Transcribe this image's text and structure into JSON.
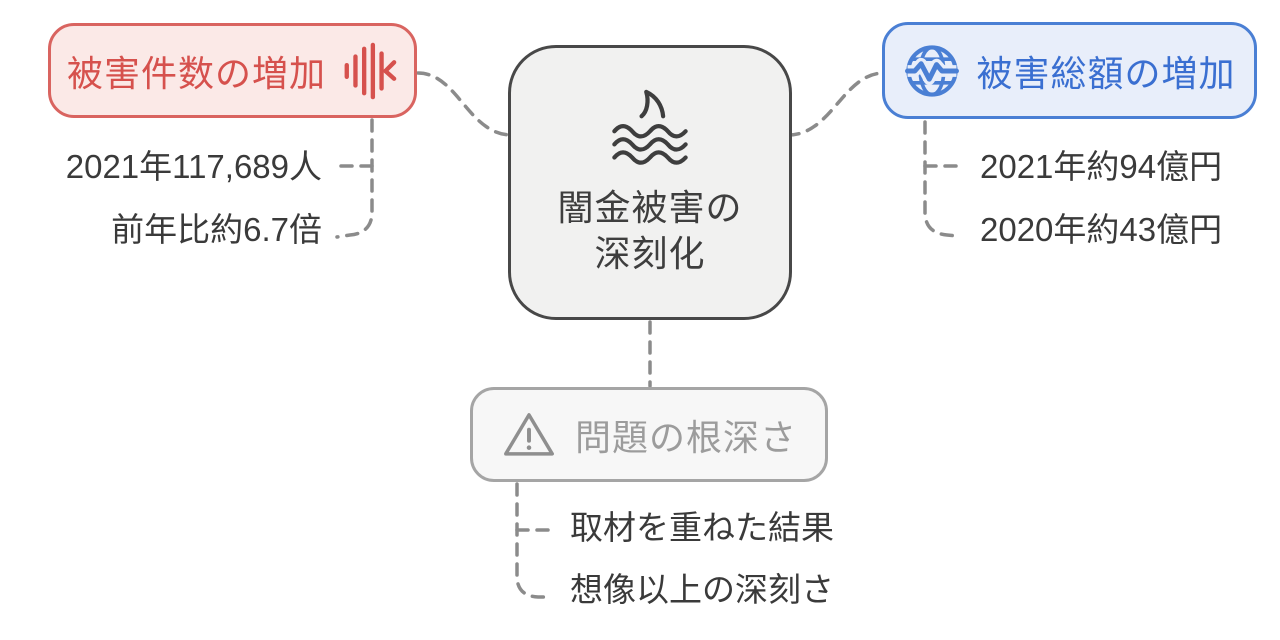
{
  "diagram": {
    "center": {
      "title_line1": "闇金被害の",
      "title_line2": "深刻化",
      "icon": "shark-fin-waves-icon"
    },
    "left": {
      "title": "被害件数の増加",
      "icon": "audio-waveform-icon",
      "items": [
        "2021年117,689人",
        "前年比約6.7倍"
      ]
    },
    "right": {
      "title": "被害総額の増加",
      "icon": "globe-pulse-icon",
      "items": [
        "2021年約94億円",
        "2020年約43億円"
      ]
    },
    "bottom": {
      "title": "問題の根深さ",
      "icon": "warning-triangle-icon",
      "items": [
        "取材を重ねた結果",
        "想像以上の深刻さ"
      ]
    },
    "colors": {
      "red_border": "#d96460",
      "red_text": "#d6514d",
      "red_fill": "#fbe9e7",
      "blue_border": "#4a7fd4",
      "blue_text": "#3a6fd1",
      "blue_fill": "#e8eefa",
      "center_border": "#484848",
      "center_text": "#3e3e3e",
      "center_fill": "#f1f1f0",
      "gray_border": "#a5a5a5",
      "gray_text": "#9c9c9c",
      "gray_fill": "#f7f7f7",
      "connector": "#8b8b8b",
      "label_text": "#3a3a3a",
      "background": "#ffffff"
    }
  }
}
